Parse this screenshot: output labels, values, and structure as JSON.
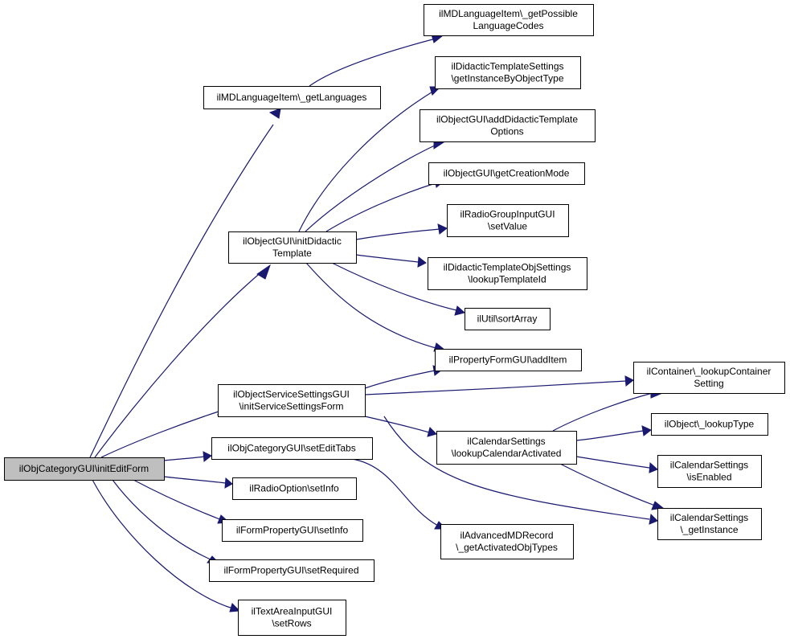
{
  "diagram": {
    "edge_color": "#191970",
    "root_fill": "#bfbfbf",
    "node_fill": "#ffffff",
    "nodes": [
      {
        "id": "root",
        "lines": [
          "ilObjCategoryGUI\\initEditForm"
        ],
        "root": true
      },
      {
        "id": "getLanguages",
        "lines": [
          "ilMDLanguageItem\\_getLanguages"
        ]
      },
      {
        "id": "getPossible",
        "lines": [
          "ilMDLanguageItem\\_getPossible",
          "LanguageCodes"
        ]
      },
      {
        "id": "initDidactic",
        "lines": [
          "ilObjectGUI\\initDidactic",
          "Template"
        ]
      },
      {
        "id": "getInstanceByObjType",
        "lines": [
          "ilDidacticTemplateSettings",
          "\\getInstanceByObjectType"
        ]
      },
      {
        "id": "addDidacticOptions",
        "lines": [
          "ilObjectGUI\\addDidacticTemplate",
          "Options"
        ]
      },
      {
        "id": "getCreationMode",
        "lines": [
          "ilObjectGUI\\getCreationMode"
        ]
      },
      {
        "id": "radioSetValue",
        "lines": [
          "ilRadioGroupInputGUI",
          "\\setValue"
        ]
      },
      {
        "id": "lookupTemplateId",
        "lines": [
          "ilDidacticTemplateObjSettings",
          "\\lookupTemplateId"
        ]
      },
      {
        "id": "sortArray",
        "lines": [
          "ilUtil\\sortArray"
        ]
      },
      {
        "id": "addItem",
        "lines": [
          "ilPropertyFormGUI\\addItem"
        ]
      },
      {
        "id": "initServiceSettings",
        "lines": [
          "ilObjectServiceSettingsGUI",
          "\\initServiceSettingsForm"
        ]
      },
      {
        "id": "lookupContainer",
        "lines": [
          "ilContainer\\_lookupContainer",
          "Setting"
        ]
      },
      {
        "id": "lookupCalendar",
        "lines": [
          "ilCalendarSettings",
          "\\lookupCalendarActivated"
        ]
      },
      {
        "id": "lookupType",
        "lines": [
          "ilObject\\_lookupType"
        ]
      },
      {
        "id": "isEnabled",
        "lines": [
          "ilCalendarSettings",
          "\\isEnabled"
        ]
      },
      {
        "id": "getInstance",
        "lines": [
          "ilCalendarSettings",
          "\\_getInstance"
        ]
      },
      {
        "id": "setEditTabs",
        "lines": [
          "ilObjCategoryGUI\\setEditTabs"
        ]
      },
      {
        "id": "advancedMD",
        "lines": [
          "ilAdvancedMDRecord",
          "\\_getActivatedObjTypes"
        ]
      },
      {
        "id": "radioOptionSetInfo",
        "lines": [
          "ilRadioOption\\setInfo"
        ]
      },
      {
        "id": "formPropSetInfo",
        "lines": [
          "ilFormPropertyGUI\\setInfo"
        ]
      },
      {
        "id": "setRequired",
        "lines": [
          "ilFormPropertyGUI\\setRequired"
        ]
      },
      {
        "id": "setRows",
        "lines": [
          "ilTextAreaInputGUI",
          "\\setRows"
        ]
      }
    ],
    "edges": [
      {
        "from": "root",
        "to": "getLanguages"
      },
      {
        "from": "root",
        "to": "initDidactic"
      },
      {
        "from": "root",
        "to": "initServiceSettings"
      },
      {
        "from": "root",
        "to": "setEditTabs"
      },
      {
        "from": "root",
        "to": "radioOptionSetInfo"
      },
      {
        "from": "root",
        "to": "formPropSetInfo"
      },
      {
        "from": "root",
        "to": "setRequired"
      },
      {
        "from": "root",
        "to": "setRows"
      },
      {
        "from": "getLanguages",
        "to": "getPossible"
      },
      {
        "from": "initDidactic",
        "to": "getInstanceByObjType"
      },
      {
        "from": "initDidactic",
        "to": "addDidacticOptions"
      },
      {
        "from": "initDidactic",
        "to": "getCreationMode"
      },
      {
        "from": "initDidactic",
        "to": "radioSetValue"
      },
      {
        "from": "initDidactic",
        "to": "lookupTemplateId"
      },
      {
        "from": "initDidactic",
        "to": "sortArray"
      },
      {
        "from": "initDidactic",
        "to": "addItem"
      },
      {
        "from": "initServiceSettings",
        "to": "addItem"
      },
      {
        "from": "initServiceSettings",
        "to": "lookupContainer"
      },
      {
        "from": "initServiceSettings",
        "to": "lookupCalendar"
      },
      {
        "from": "initServiceSettings",
        "to": "getInstance"
      },
      {
        "from": "lookupCalendar",
        "to": "lookupContainer"
      },
      {
        "from": "lookupCalendar",
        "to": "lookupType"
      },
      {
        "from": "lookupCalendar",
        "to": "isEnabled"
      },
      {
        "from": "lookupCalendar",
        "to": "getInstance"
      },
      {
        "from": "setEditTabs",
        "to": "advancedMD"
      }
    ]
  }
}
